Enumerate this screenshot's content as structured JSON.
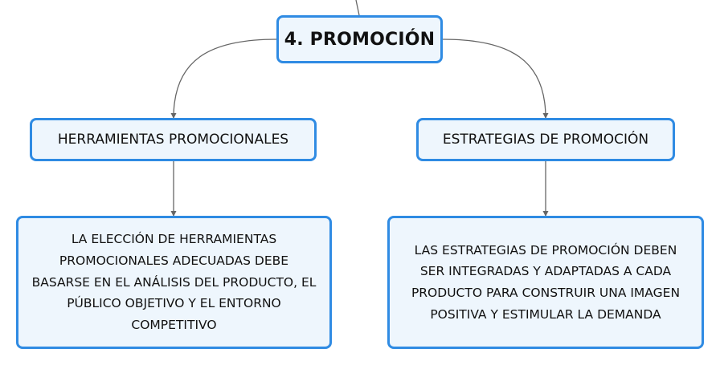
{
  "diagram": {
    "root": {
      "label": "4. PROMOCIÓN"
    },
    "branches": [
      {
        "label": "HERRAMIENTAS PROMOCIONALES",
        "detail": "LA ELECCIÓN DE HERRAMIENTAS\nPROMOCIONALES ADECUADAS DEBE\nBASARSE EN EL ANÁLISIS DEL PRODUCTO, EL\nPÚBLICO OBJETIVO Y EL ENTORNO\nCOMPETITIVO"
      },
      {
        "label": "ESTRATEGIAS DE PROMOCIÓN",
        "detail": "LAS ESTRATEGIAS DE PROMOCIÓN DEBEN\nSER INTEGRADAS Y ADAPTADAS A CADA\nPRODUCTO PARA CONSTRUIR UNA IMAGEN\nPOSITIVA Y ESTIMULAR LA DEMANDA"
      }
    ],
    "colors": {
      "node_border": "#2f8be3",
      "node_fill": "#eef6fd",
      "connector": "#666666"
    }
  }
}
